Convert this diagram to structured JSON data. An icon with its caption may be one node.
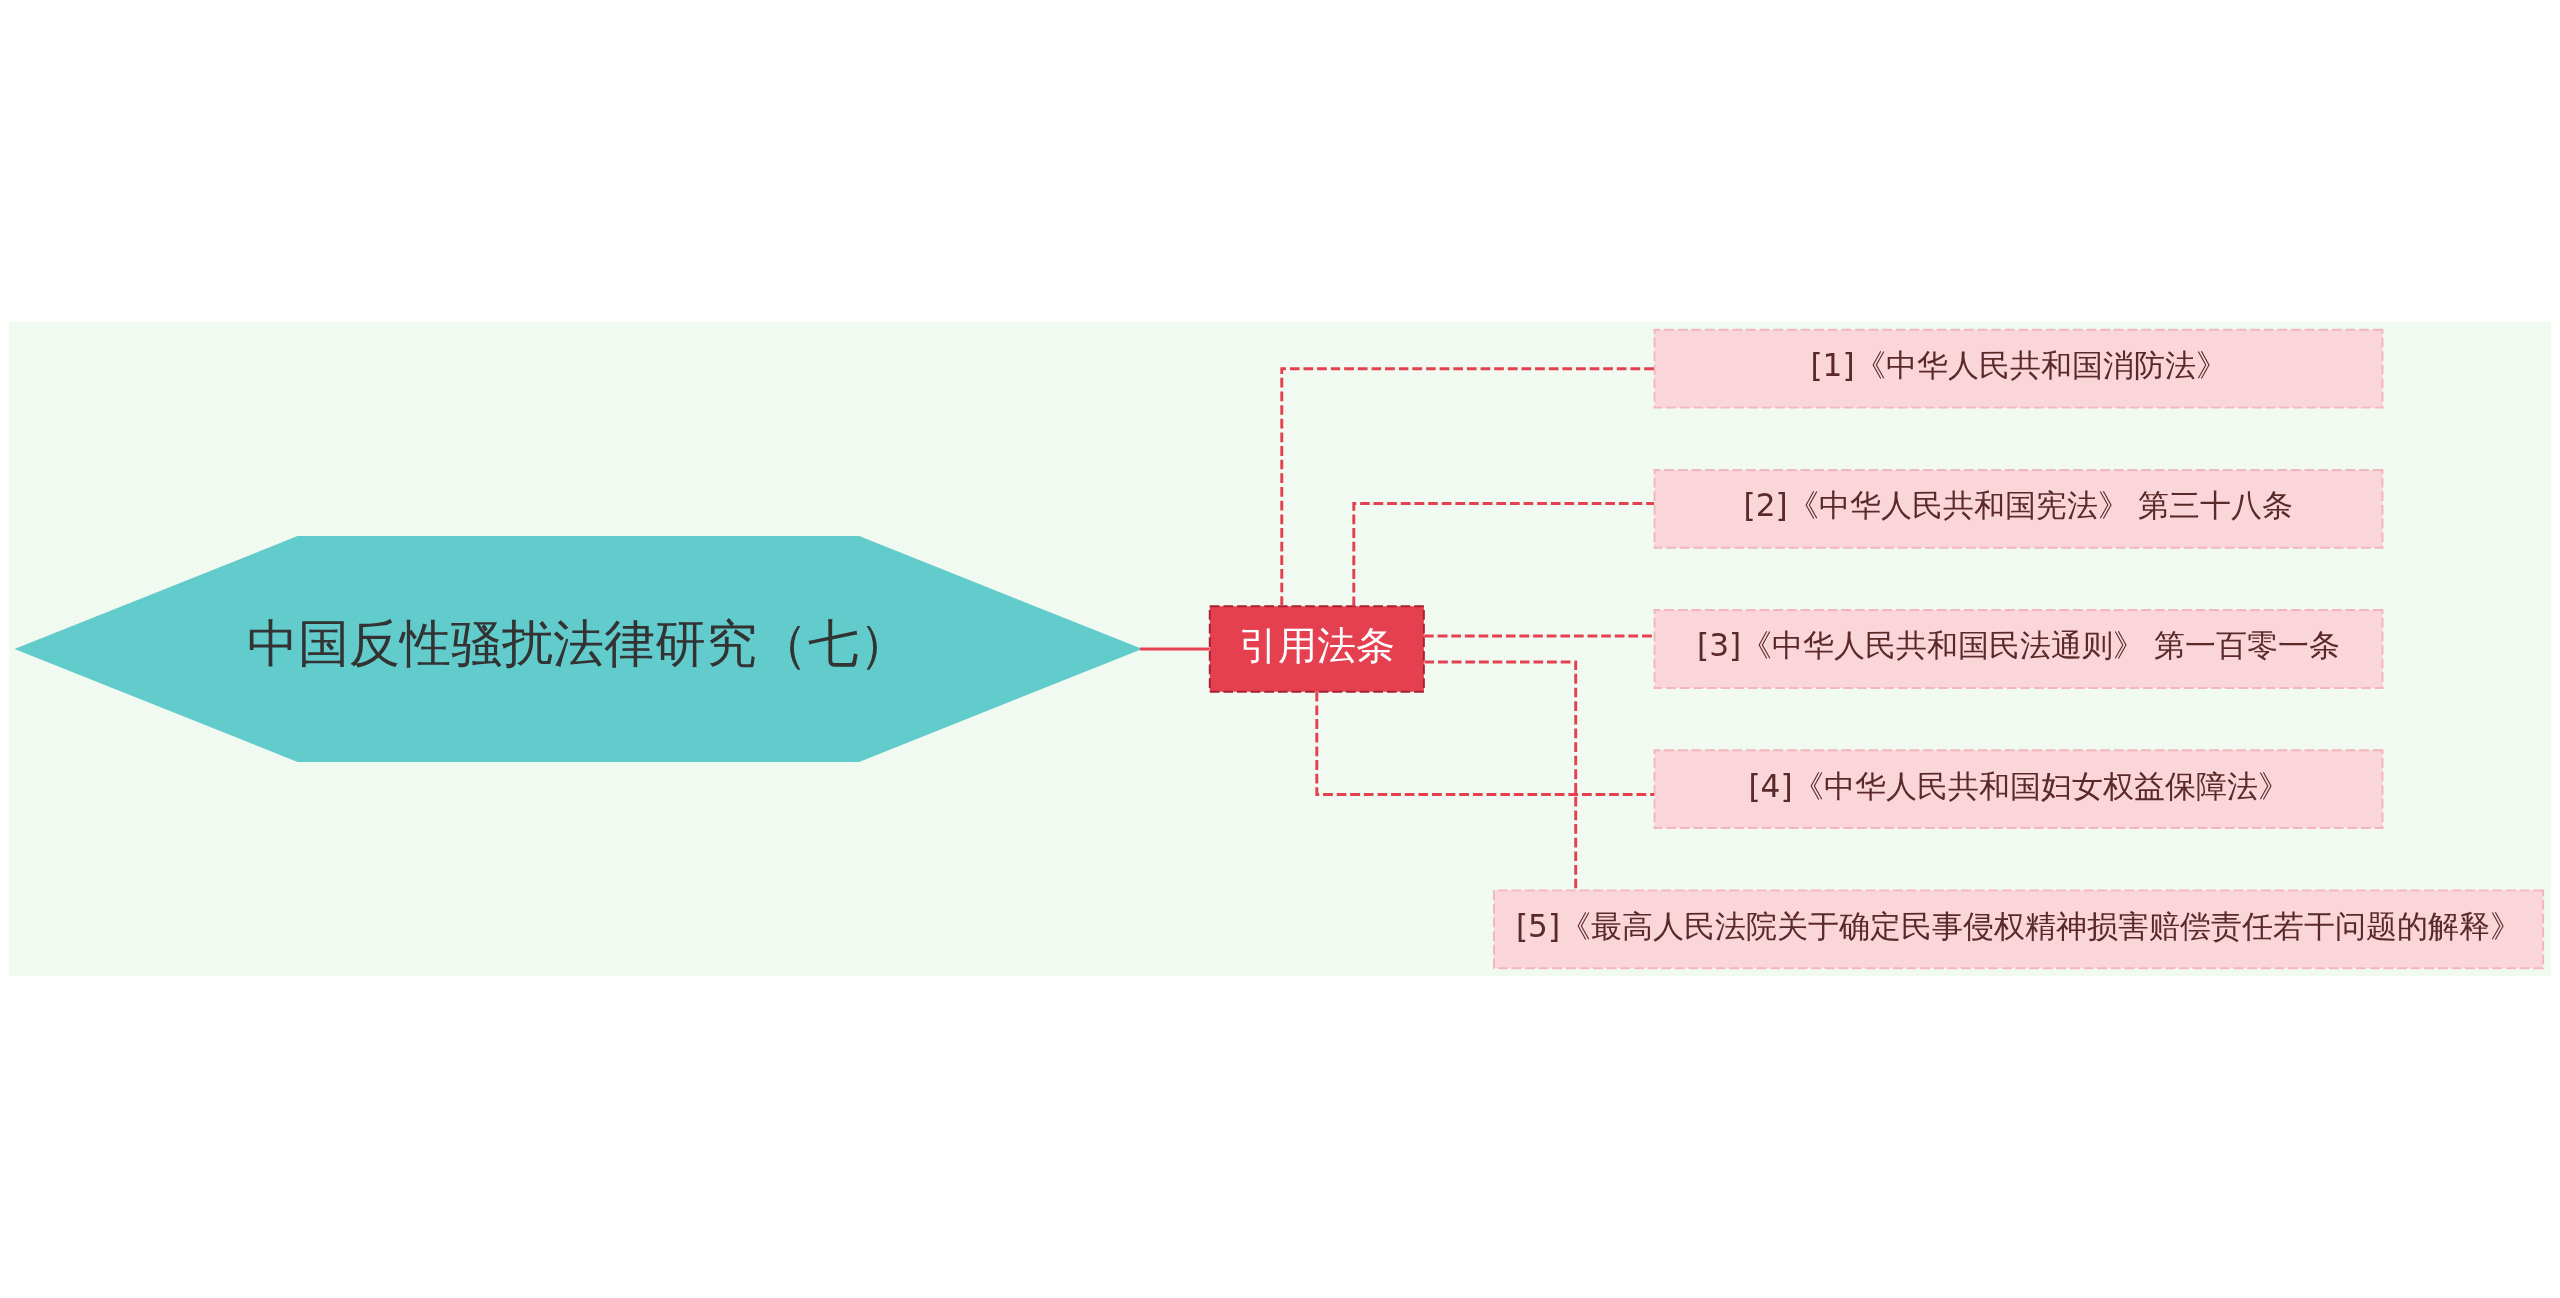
{
  "diagram": {
    "nodes": [
      {
        "text": [
          "中国反性骚扰法律研究（七）"
        ]
      },
      {
        "text": [
          "引用法条"
        ]
      },
      {
        "text": [
          "[1]《中华人民共和国消防法》"
        ]
      },
      {
        "text": [
          "[2]《中华人民共和国宪法》 第三十八条"
        ]
      },
      {
        "text": [
          "[3]《中华人民共和国民法通则》 第一百零一条"
        ]
      },
      {
        "text": [
          "[4]《中华人民共和国妇女权益保障法》"
        ]
      },
      {
        "text": [
          "[5]《最高人民法院关于确定民事侵权精神损害赔偿责任若干问题的解释》"
        ]
      }
    ],
    "edges": [
      {
        "from": 0,
        "to": 1,
        "arrow": "none"
      },
      {
        "from": 1,
        "to": 2,
        "arrow": "none",
        "style": "dashed"
      },
      {
        "from": 1,
        "to": 3,
        "arrow": "none",
        "style": "dashed"
      },
      {
        "from": 1,
        "to": 4,
        "arrow": "none",
        "style": "dashed"
      },
      {
        "from": 1,
        "to": 5,
        "arrow": "none",
        "style": "dashed"
      },
      {
        "from": 1,
        "to": 6,
        "arrow": "none",
        "style": "dashed"
      }
    ]
  }
}
